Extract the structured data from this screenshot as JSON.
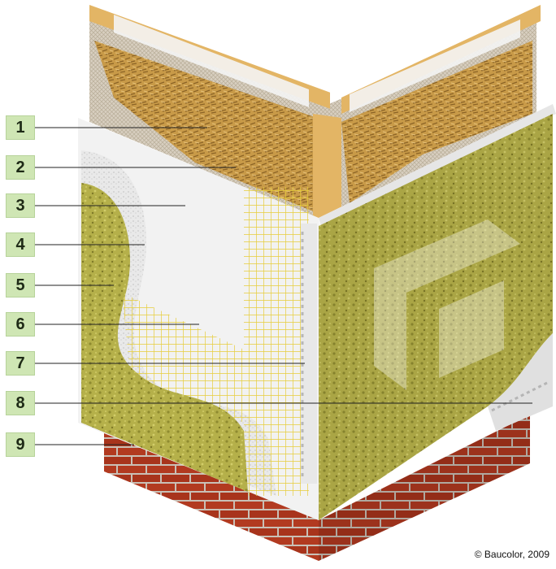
{
  "labels": [
    {
      "num": "1"
    },
    {
      "num": "2"
    },
    {
      "num": "3"
    },
    {
      "num": "4"
    },
    {
      "num": "5"
    },
    {
      "num": "6"
    },
    {
      "num": "7"
    },
    {
      "num": "8"
    },
    {
      "num": "9"
    }
  ],
  "credit": "© Baucolor, 2009",
  "colors": {
    "badge_bg": "#cfe6b4",
    "osb": "#c89a48",
    "timber": "#e3b565",
    "insulation": "#f2f2f2",
    "mesh": "#e8d24a",
    "plaster": "#b5b04a",
    "brick": "#b23a20",
    "base_coat": "#e2e2e2"
  }
}
